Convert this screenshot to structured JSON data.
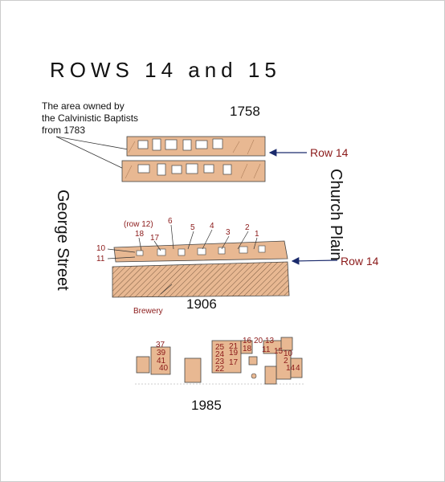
{
  "title": "ROWS 14 and 15",
  "annotation": {
    "line1": "The area owned by",
    "line2": "the Calvinistic Baptists",
    "line3": "from 1783"
  },
  "years": {
    "y1758": "1758",
    "y1906": "1906",
    "y1985": "1985"
  },
  "streets": {
    "west": "George Street",
    "east": "Church Plain"
  },
  "row_labels": {
    "top": "Row 14",
    "mid": "Row 14"
  },
  "brewery": "Brewery",
  "row12": "(row 12)",
  "plots_1906": [
    "18",
    "17",
    "6",
    "5",
    "4",
    "3",
    "2",
    "1",
    "10",
    "11"
  ],
  "plots_1985": [
    "37",
    "39",
    "41",
    "40",
    "25",
    "24",
    "23",
    "22",
    "21",
    "19",
    "17",
    "16",
    "20",
    "13",
    "18",
    "11",
    "15",
    "10",
    "2",
    "4",
    "14"
  ],
  "colors": {
    "parcel": "#e8b892",
    "outline": "#444444",
    "number": "#8b1a1a",
    "arrow": "#1a2a6c"
  }
}
